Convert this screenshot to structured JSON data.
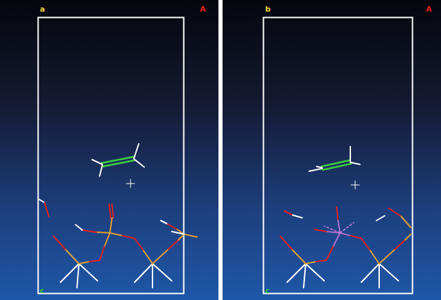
{
  "diagram": {
    "labels": [
      "a",
      "A",
      "c",
      "b",
      "A",
      "c"
    ]
  }
}
